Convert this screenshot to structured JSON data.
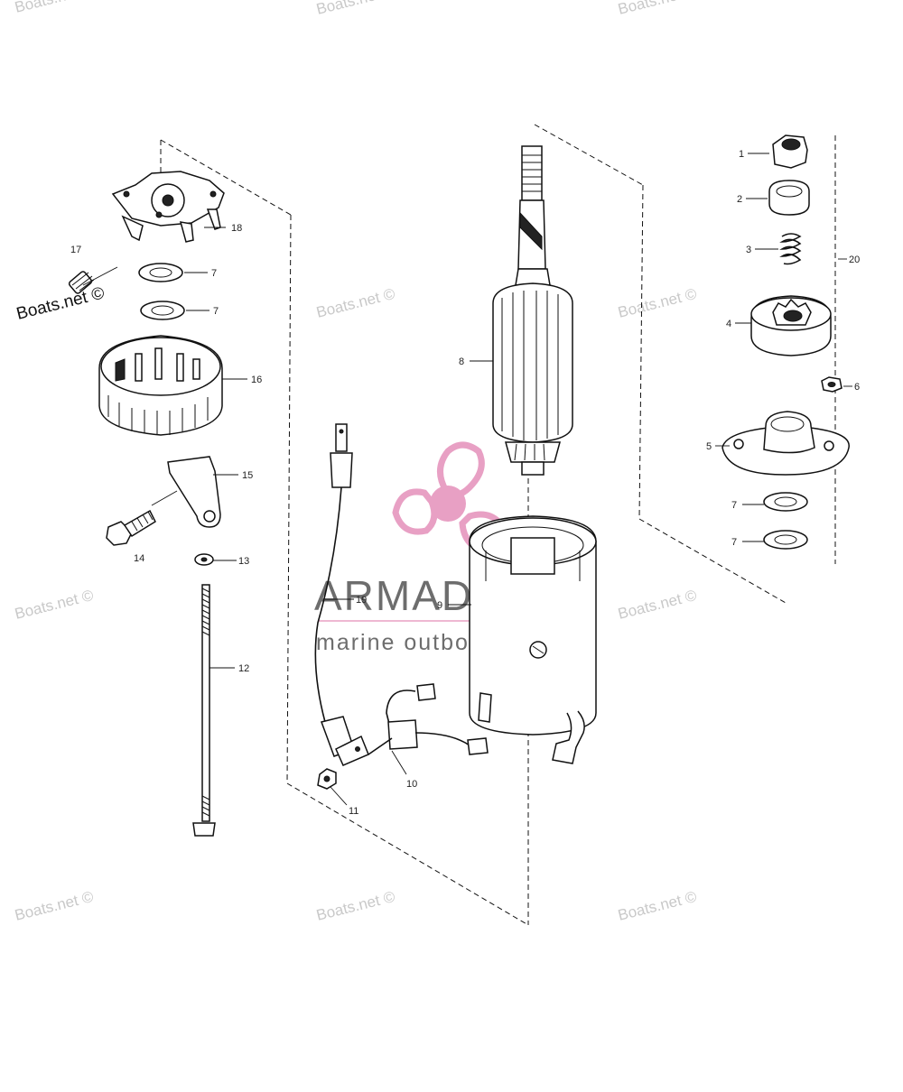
{
  "watermarks": [
    "Boats.net ©",
    "Boats.net ©",
    "Boats.net ©",
    "Boats.net ©",
    "Boats.net ©",
    "Boats.net ©",
    "Boats.net ©",
    "Boats.net ©",
    "Boats.net ©",
    "Boats.net ©"
  ],
  "watermark_dark": "Boats.net ©",
  "brand": {
    "name": "ARMADA",
    "tagline": "marine outboards",
    "accent_color": "#e8a0c4",
    "text_color": "#6d6d6d"
  },
  "callouts": {
    "p1": "1",
    "p2": "2",
    "p3": "3",
    "p4": "4",
    "p5": "5",
    "p6": "6",
    "p7a": "7",
    "p7b": "7",
    "p7c": "7",
    "p7d": "7",
    "p8": "8",
    "p9": "9",
    "p10": "10",
    "p11": "11",
    "p12": "12",
    "p13": "13",
    "p14": "14",
    "p15": "15",
    "p16": "16",
    "p17": "17",
    "p18": "18",
    "p19": "19",
    "p20": "20"
  }
}
